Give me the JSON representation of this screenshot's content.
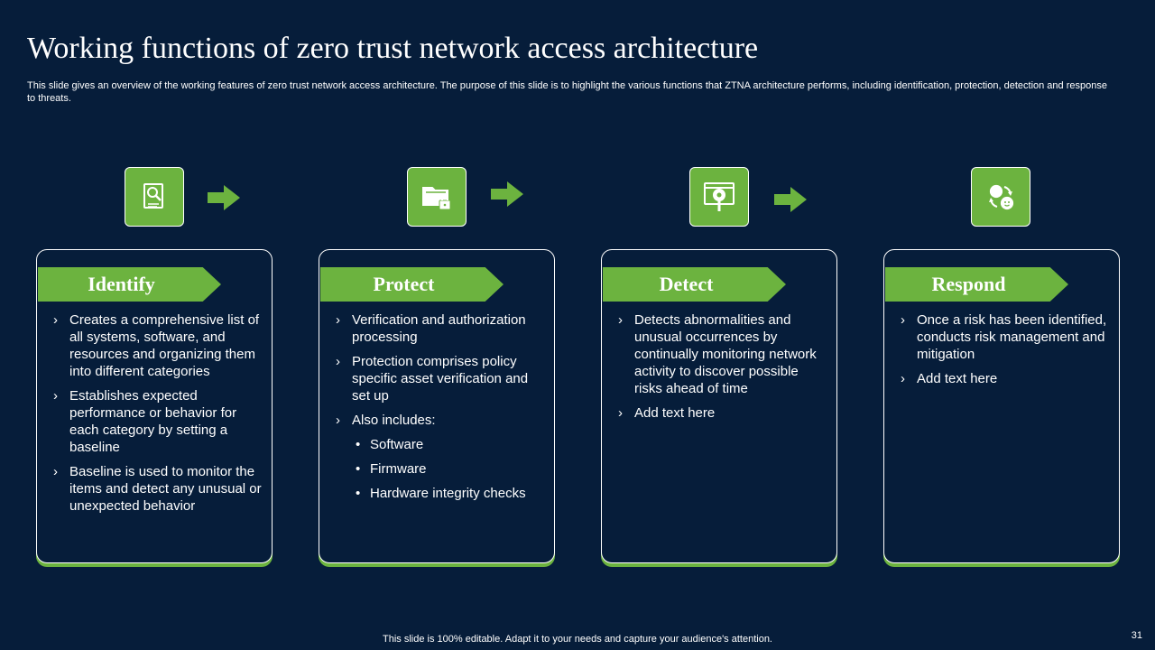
{
  "slide": {
    "title": "Working functions of zero trust network access architecture",
    "subtitle": "This slide gives an overview of the working features of zero trust network access architecture. The purpose of this slide is to highlight the various functions that ZTNA architecture performs, including identification, protection, detection and response to threats.",
    "footer": "This slide is 100% editable. Adapt it to your needs and capture your audience's attention.",
    "page_number": "31"
  },
  "colors": {
    "background": "#061d3a",
    "accent": "#6cb33f",
    "text": "#ffffff"
  },
  "steps": [
    {
      "icon": "document-search-icon",
      "heading": "Identify",
      "items": [
        "Creates a comprehensive list of all systems, software, and resources and organizing them into different categories",
        "Establishes expected performance or behavior for each category by setting a baseline",
        "Baseline is used to monitor the items and detect any unusual or unexpected behavior"
      ]
    },
    {
      "icon": "locked-folder-icon",
      "heading": "Protect",
      "items": [
        "Verification and authorization processing",
        "Protection comprises policy specific asset verification and set up",
        "Also includes:"
      ],
      "subitems": [
        "Software",
        "Firmware",
        "Hardware integrity checks"
      ]
    },
    {
      "icon": "bug-scan-icon",
      "heading": "Detect",
      "items": [
        "Detects abnormalities and unusual occurrences by continually monitoring network activity to discover possible risks ahead of time",
        "Add text here"
      ]
    },
    {
      "icon": "support-cycle-icon",
      "heading": "Respond",
      "items": [
        "Once a risk has been identified, conducts risk management and mitigation",
        "Add text here"
      ]
    }
  ]
}
